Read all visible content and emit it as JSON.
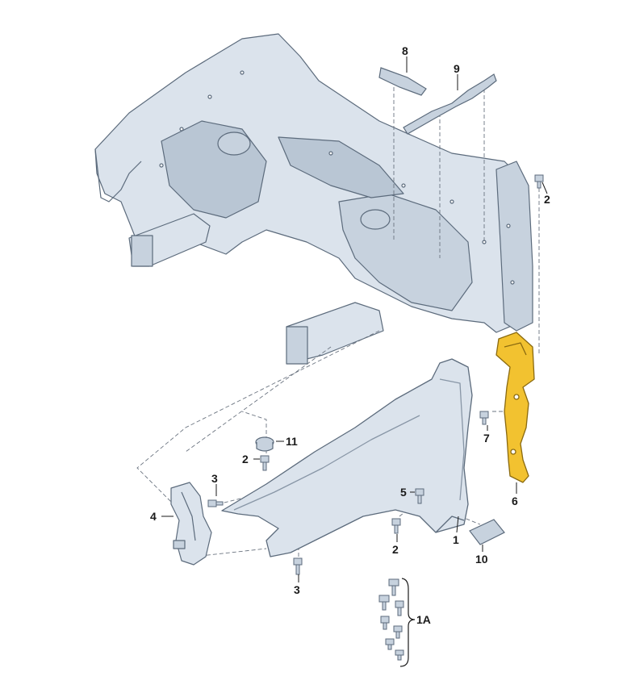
{
  "labels": {
    "part_1": "1",
    "part_1a": "1A",
    "part_2_top": "2",
    "part_2_mid": "2",
    "part_2_low": "2",
    "part_3_upper": "3",
    "part_3_lower": "3",
    "part_4": "4",
    "part_5": "5",
    "part_6": "6",
    "part_7": "7",
    "part_8": "8",
    "part_9": "9",
    "part_10": "10",
    "part_11": "11"
  },
  "colors": {
    "body_fill": "#dbe3ec",
    "body_shade": "#b9c6d4",
    "body_line": "#5c6b7c",
    "highlight_part": "#f2c230",
    "highlight_outline": "#8a6a10",
    "leader": "#6b7480"
  }
}
